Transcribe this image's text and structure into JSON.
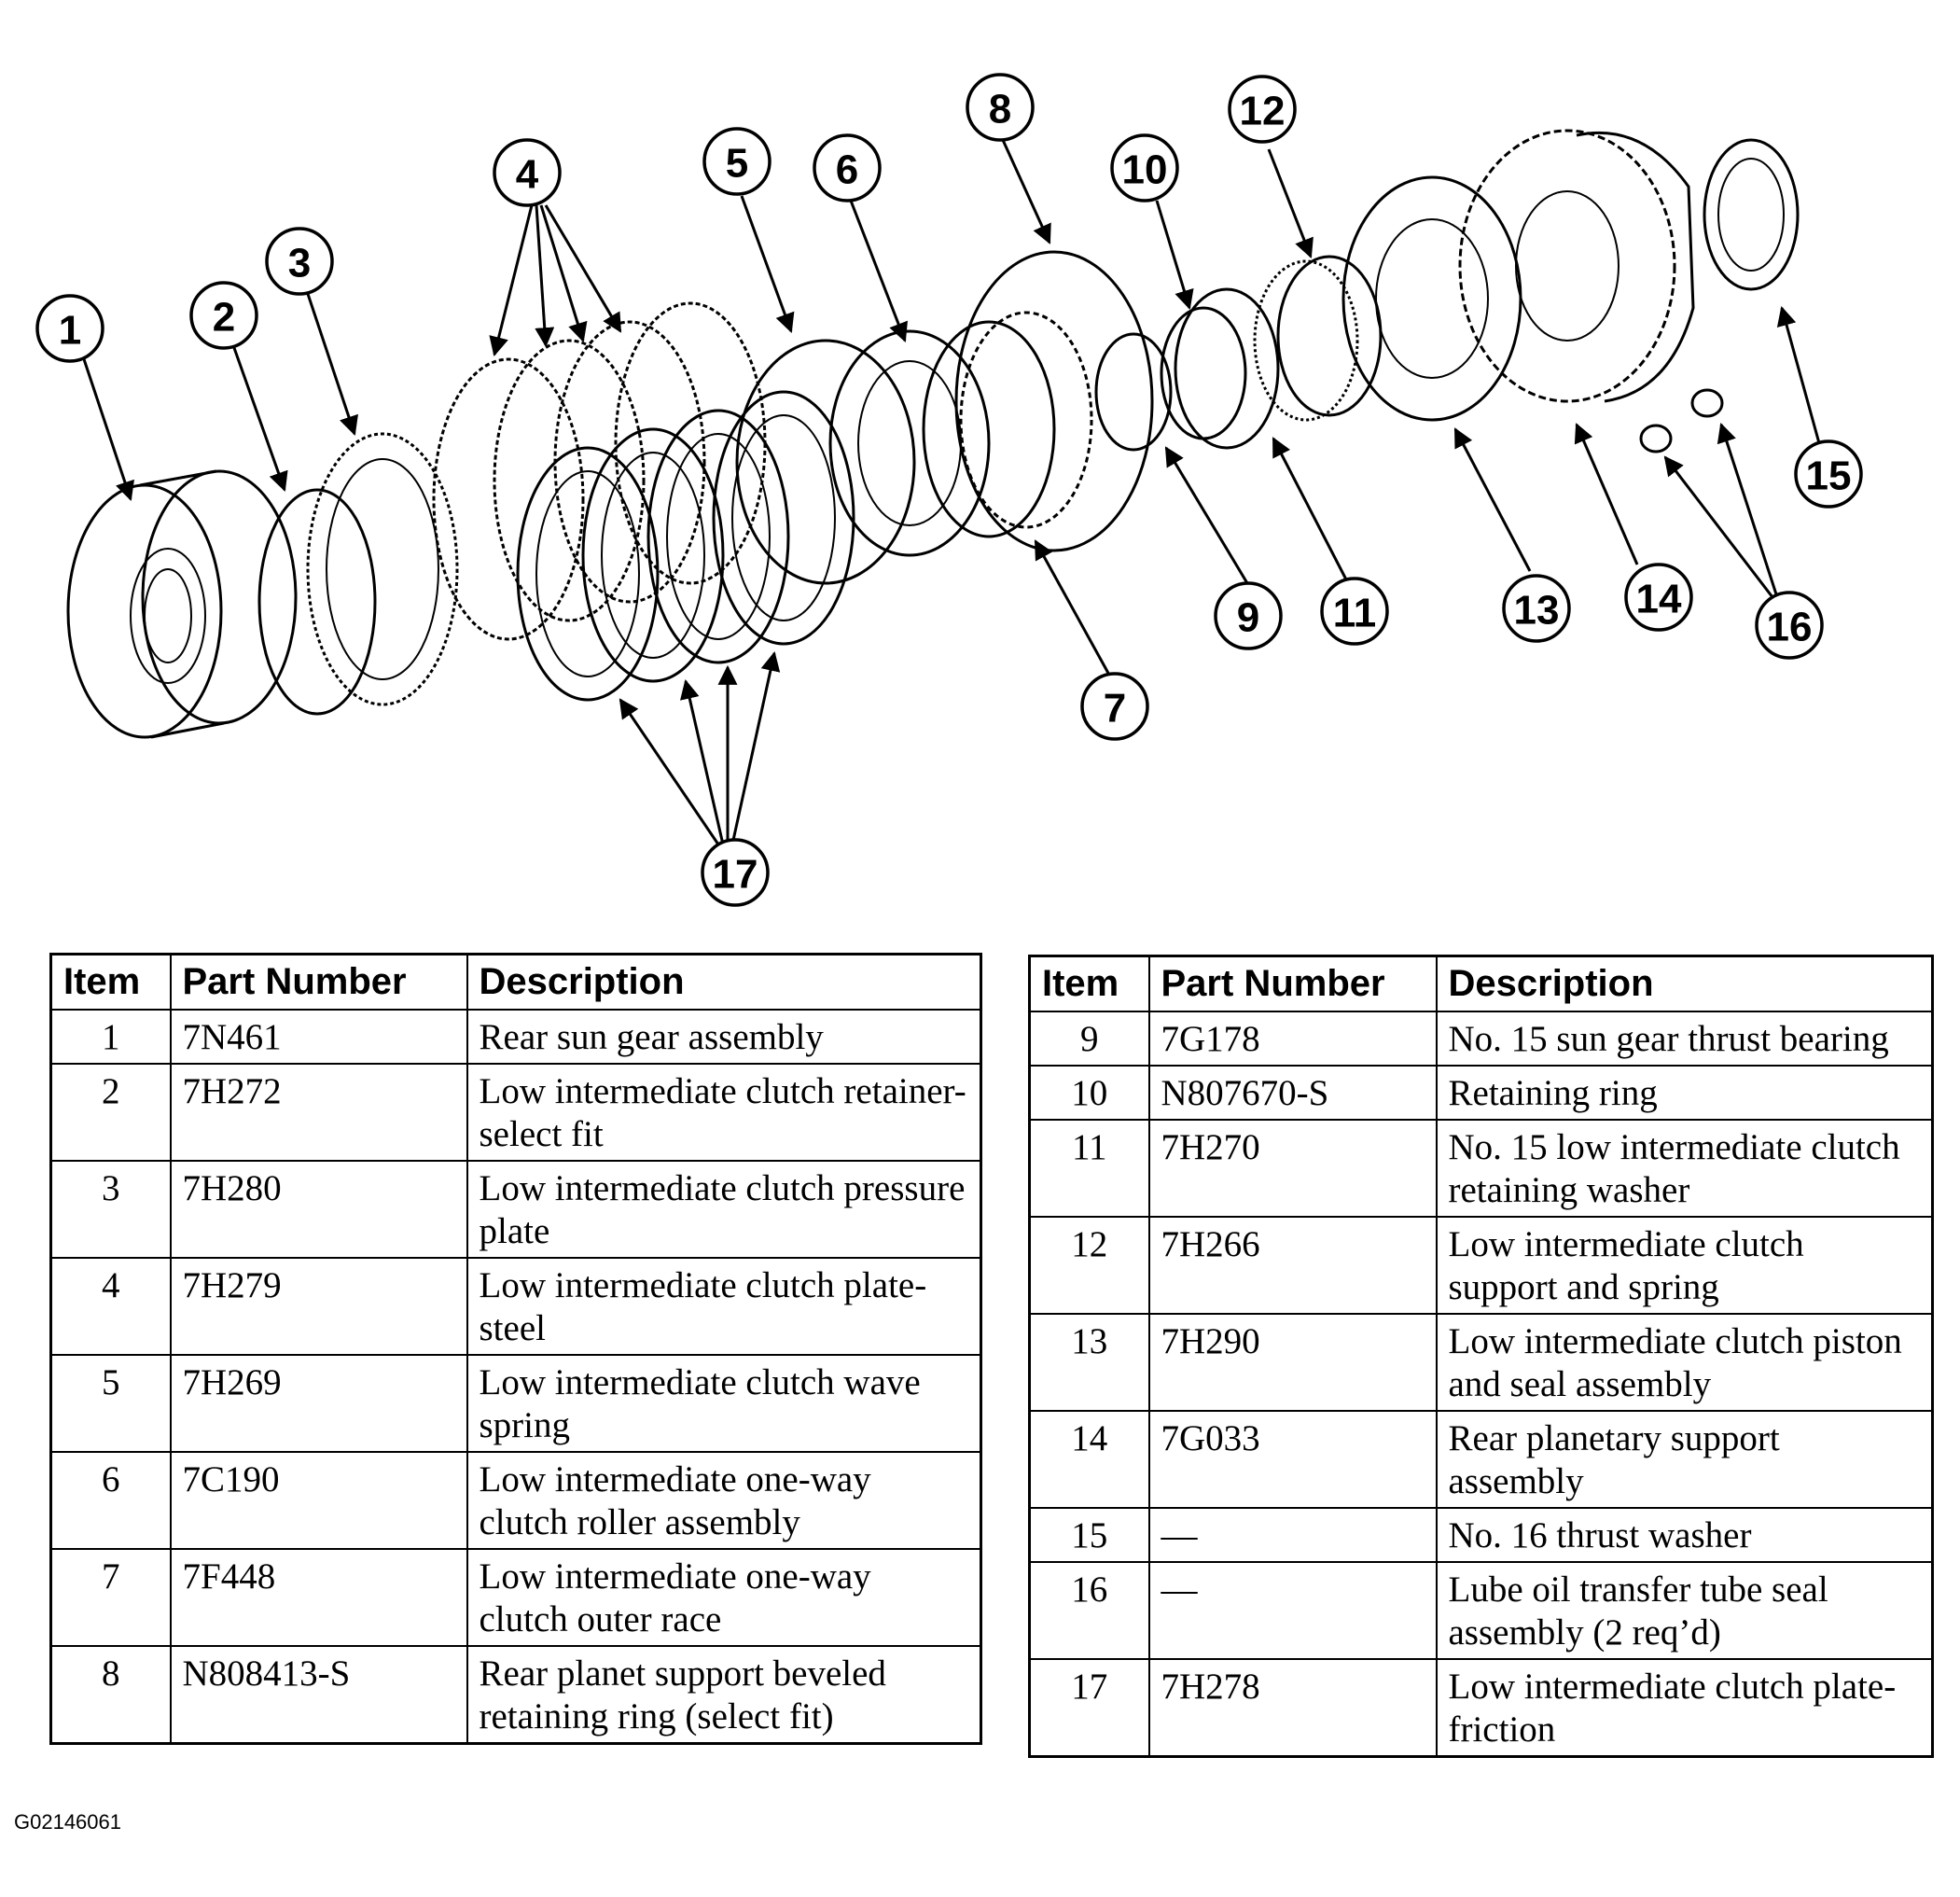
{
  "figure_id": "G02146061",
  "callouts": [
    "1",
    "2",
    "3",
    "4",
    "5",
    "6",
    "7",
    "8",
    "9",
    "10",
    "11",
    "12",
    "13",
    "14",
    "15",
    "16",
    "17"
  ],
  "headers": {
    "item": "Item",
    "part_number": "Part Number",
    "description": "Description"
  },
  "left_table": [
    {
      "item": "1",
      "part": "7N461",
      "desc": "Rear sun gear assembly"
    },
    {
      "item": "2",
      "part": "7H272",
      "desc": "Low intermediate clutch retainer-select fit"
    },
    {
      "item": "3",
      "part": "7H280",
      "desc": "Low intermediate clutch pressure plate"
    },
    {
      "item": "4",
      "part": "7H279",
      "desc": "Low intermediate clutch plate-steel"
    },
    {
      "item": "5",
      "part": "7H269",
      "desc": "Low intermediate clutch wave spring"
    },
    {
      "item": "6",
      "part": "7C190",
      "desc": "Low intermediate one-way clutch roller assembly"
    },
    {
      "item": "7",
      "part": "7F448",
      "desc": "Low intermediate one-way clutch outer race"
    },
    {
      "item": "8",
      "part": "N808413-S",
      "desc": "Rear planet support beveled retaining ring (select fit)"
    }
  ],
  "right_table": [
    {
      "item": "9",
      "part": "7G178",
      "desc": "No. 15 sun gear thrust bearing"
    },
    {
      "item": "10",
      "part": "N807670-S",
      "desc": "Retaining ring"
    },
    {
      "item": "11",
      "part": "7H270",
      "desc": "No. 15 low intermediate clutch retaining washer"
    },
    {
      "item": "12",
      "part": "7H266",
      "desc": "Low intermediate clutch support and spring"
    },
    {
      "item": "13",
      "part": "7H290",
      "desc": "Low intermediate clutch piston and seal assembly"
    },
    {
      "item": "14",
      "part": "7G033",
      "desc": "Rear planetary support assembly"
    },
    {
      "item": "15",
      "part": "—",
      "desc": "No. 16 thrust washer"
    },
    {
      "item": "16",
      "part": "—",
      "desc": "Lube oil transfer tube seal assembly (2 req’d)"
    },
    {
      "item": "17",
      "part": "7H278",
      "desc": "Low intermediate clutch plate-friction"
    }
  ]
}
